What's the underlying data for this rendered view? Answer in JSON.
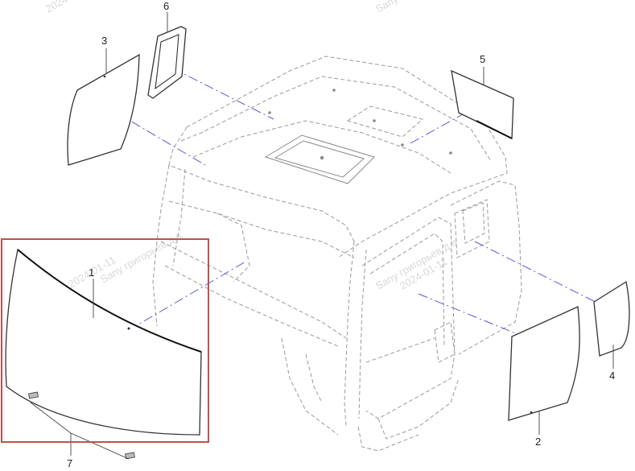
{
  "watermark": {
    "line1": "Sany григорьев д.в",
    "line2": "2024-01-11"
  },
  "callouts": {
    "p1": "1",
    "p2": "2",
    "p3": "3",
    "p4": "4",
    "p5": "5",
    "p6": "6",
    "p7": "7"
  },
  "colors": {
    "highlight": "#c0504d",
    "axis": "#5a5ad6",
    "cab_lines": "#9a9a9a"
  }
}
